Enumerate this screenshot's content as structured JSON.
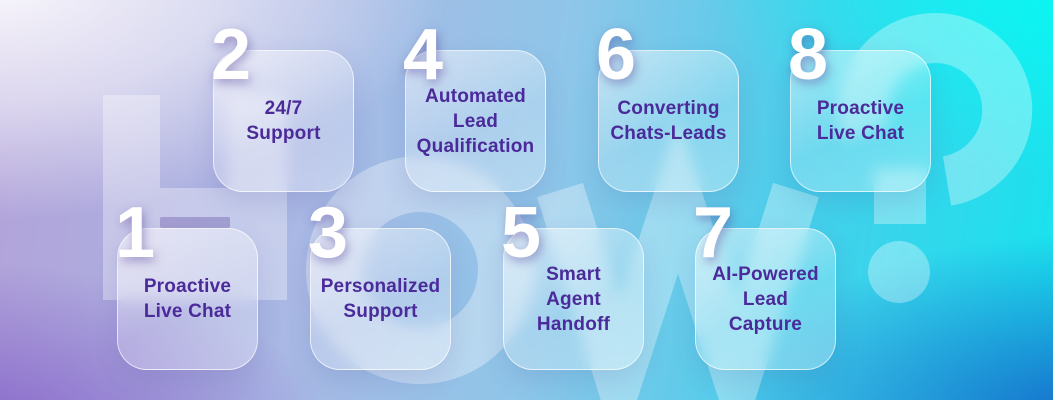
{
  "background": {
    "word": "How?",
    "watermark_color": "rgba(255,255,255,0.33)",
    "accent_bar_color": "rgba(104,88,168,0.38)"
  },
  "theme": {
    "label_purple": "#4b2a9a",
    "number_white": "#ffffff",
    "top_right_cyan": "#17e3ee",
    "bottom_right_blue": "#2366c9",
    "bottom_left_purple": "#8a68c6",
    "glass_white": "rgba(255,255,255,0.35)"
  },
  "cards": [
    {
      "number": "1",
      "label": "Proactive\nLive Chat"
    },
    {
      "number": "2",
      "label": "24/7\nSupport"
    },
    {
      "number": "3",
      "label": "Personalized\nSupport"
    },
    {
      "number": "4",
      "label": "Automated\nLead\nQualification"
    },
    {
      "number": "5",
      "label": "Smart\nAgent\nHandoff"
    },
    {
      "number": "6",
      "label": "Converting\nChats-Leads"
    },
    {
      "number": "7",
      "label": "AI-Powered\nLead\nCapture"
    },
    {
      "number": "8",
      "label": "Proactive\nLive Chat"
    }
  ]
}
